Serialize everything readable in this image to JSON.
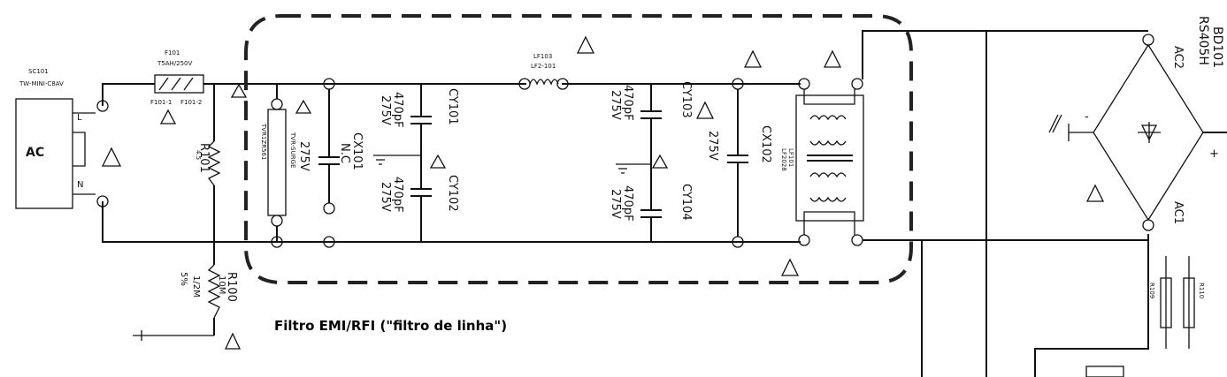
{
  "title": "Filtro EMI/RFI (\"filtro de linha\")",
  "source": {
    "label": "AC",
    "connector_id": "SC101",
    "connector_model": "TW-MINI-C8AV",
    "pin_l": "L",
    "pin_n": "N"
  },
  "fuse": {
    "id": "F101",
    "rating": "T5AH/250V",
    "holder_1": "F101-1",
    "holder_2": "F101-2"
  },
  "components": {
    "r101": {
      "ref": "R101",
      "value": "4.5"
    },
    "surge": {
      "text_1": "TVR1ZR561",
      "text_2": "TVR-SURGE"
    },
    "cx101": {
      "ref": "CX101",
      "value": "275V",
      "note": "N.C"
    },
    "cy101": {
      "ref": "CY101",
      "value": "470pF",
      "voltage": "275V"
    },
    "cy102": {
      "ref": "CY102",
      "value": "470pF",
      "voltage": "275V"
    },
    "lf103": {
      "ref": "LF103",
      "value": "LF2-101"
    },
    "cy103": {
      "ref": "CY103",
      "value": "470pF",
      "voltage": "275V"
    },
    "cy104": {
      "ref": "CY104",
      "value": "470pF",
      "voltage": "275V"
    },
    "cx102": {
      "ref": "CX102",
      "value": "275V"
    },
    "lf101": {
      "ref": "LF101",
      "value": "LF2028"
    },
    "r100": {
      "ref": "R100",
      "value_1": "10M",
      "value_2": "5%",
      "value_3": "1/2M"
    },
    "bd101": {
      "ref": "BD101",
      "part": "RS405H",
      "pin_ac1": "AC1",
      "pin_ac2": "AC2",
      "pin_plus": "+",
      "pin_minus": "-"
    },
    "right_resistors": {
      "text_1": "R109",
      "text_2": "R110"
    }
  }
}
